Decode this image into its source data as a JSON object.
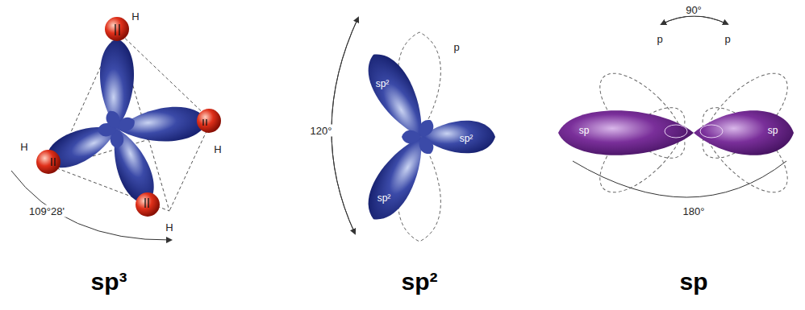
{
  "diagram": {
    "labels": [
      "H",
      "H",
      "H",
      "H",
      "109°28'",
      "120°",
      "p",
      "sp²",
      "sp²",
      "sp²",
      "90°",
      "p",
      "p",
      "sp",
      "sp",
      "180°",
      "sp³",
      "sp²",
      "sp"
    ]
  }
}
